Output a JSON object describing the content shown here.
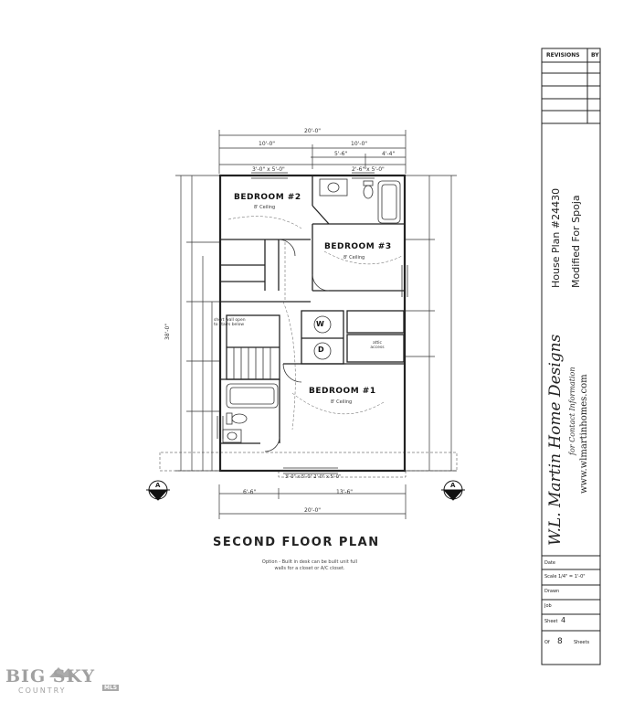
{
  "plan": {
    "title": "SECOND FLOOR PLAN",
    "note_line1": "Option - Built in desk can be built unit full",
    "note_line2": "walls for a closet or A/C closet.",
    "rooms": {
      "bedroom2": "BEDROOM #2",
      "bedroom2_ceiling": "8' Ceiling",
      "bedroom3": "BEDROOM #3",
      "bedroom3_ceiling": "8' Ceiling",
      "bedroom1": "BEDROOM #1",
      "bedroom1_ceiling": "8' Ceiling",
      "ws": "W",
      "d": "D",
      "access": "attic access"
    },
    "dims": {
      "overall_top": "20'-0\"",
      "left_half": "10'-0\"",
      "right_half": "10'-0\"",
      "d_5_6": "5'-6\"",
      "d_4_4": "4'-4\"",
      "d_3_0": "3'-0\" x 5'-0\"",
      "d_2_6": "2'-6\" x 5'-0\"",
      "overall_bottom": "20'-0\"",
      "bottom_left": "6'-6\"",
      "bottom_right": "13'-6\"",
      "overall_side": "38'-0\"",
      "windows_bottom": "3'-0\" x 5'-0\" 2'-0\" x 5'-0\""
    },
    "section_mark": "A",
    "stair_note": "short wall open to stairs below"
  },
  "titleblock": {
    "revisions": "REVISIONS",
    "by": "BY",
    "plan_number": "House Plan #24430",
    "modified": "Modified For Spoja",
    "company": "W.L. Martin Home Designs",
    "contact": "for Contact Information",
    "website": "www.wlmartinhomes.com",
    "date_label": "Date",
    "scale_label": "Scale",
    "scale_value": "1/4\" = 1'-0\"",
    "drawn_label": "Drawn",
    "job_label": "Job",
    "sheet_label": "Sheet",
    "sheet_value": "4",
    "of_label": "Of",
    "of_value": "8",
    "sheets_label": "Sheets"
  },
  "watermark": {
    "line1": "BIG SKY",
    "line2": "COUNTRY",
    "badge": "MLS"
  }
}
